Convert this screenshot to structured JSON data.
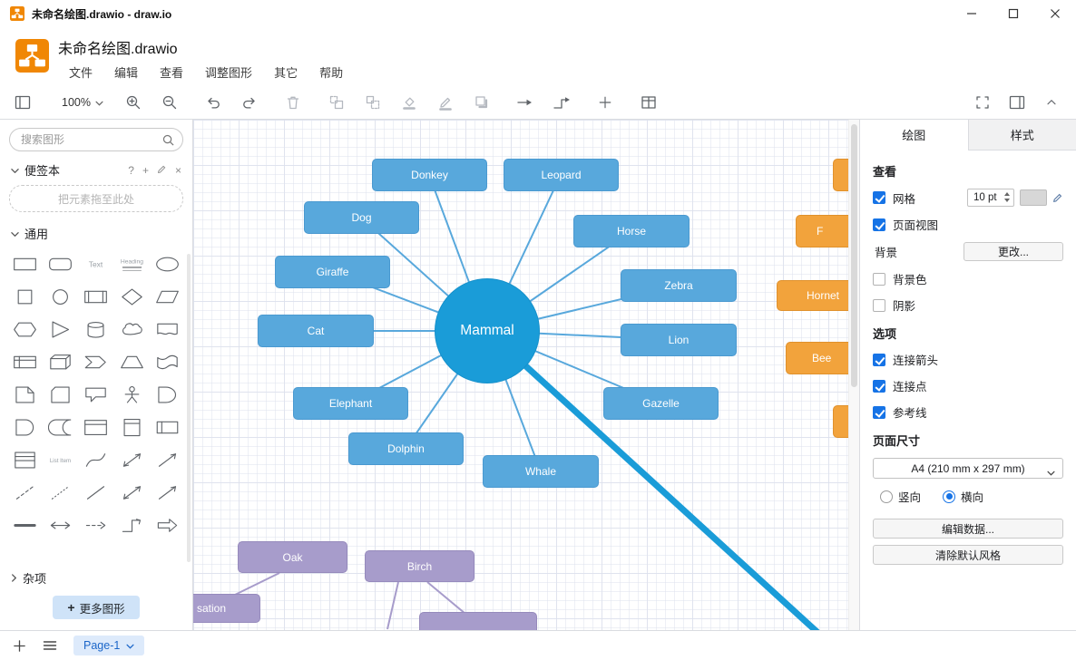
{
  "window": {
    "title": "未命名绘图.drawio - draw.io"
  },
  "header": {
    "doc_title": "未命名绘图.drawio",
    "menus": [
      "文件",
      "编辑",
      "查看",
      "调整图形",
      "其它",
      "帮助"
    ]
  },
  "toolbar": {
    "zoom": "100%"
  },
  "sidebar": {
    "search_placeholder": "搜索图形",
    "scratchpad_label": "便签本",
    "drop_hint": "把元素拖至此处",
    "general_label": "通用",
    "misc_label": "杂项",
    "more_shapes_label": "更多图形",
    "shapes": [
      "rectangle",
      "rounded-rectangle",
      "text",
      "heading",
      "ellipse",
      "square",
      "circle",
      "process",
      "diamond",
      "parallelogram",
      "hexagon",
      "triangle",
      "cylinder",
      "cloud",
      "document",
      "internal-storage",
      "cube",
      "step",
      "trapezoid",
      "tape",
      "note",
      "card",
      "callout",
      "actor",
      "or",
      "and",
      "data-storage",
      "container",
      "vertical-container",
      "horizontal-container",
      "list",
      "list-item",
      "curve",
      "bidirectional-arrow",
      "directional-arrow",
      "dashed-line",
      "dotted-line",
      "line",
      "bidirectional-connector",
      "directional-connector",
      "bold-line",
      "double-arrow",
      "dashed-arrow",
      "elbow-connector",
      "thick-arrow"
    ]
  },
  "canvas": {
    "center_node": {
      "label": "Mammal"
    },
    "blue_nodes": [
      {
        "label": "Donkey"
      },
      {
        "label": "Leopard"
      },
      {
        "label": "Dog"
      },
      {
        "label": "Horse"
      },
      {
        "label": "Giraffe"
      },
      {
        "label": "Zebra"
      },
      {
        "label": "Cat"
      },
      {
        "label": "Lion"
      },
      {
        "label": "Elephant"
      },
      {
        "label": "Gazelle"
      },
      {
        "label": "Dolphin"
      },
      {
        "label": "Whale"
      }
    ],
    "orange_nodes": [
      {
        "label": ""
      },
      {
        "label": "F"
      },
      {
        "label": "Hornet"
      },
      {
        "label": "Bee"
      },
      {
        "label": ""
      }
    ],
    "purple_nodes": [
      {
        "label": "Oak"
      },
      {
        "label": "Birch"
      },
      {
        "label": "sation"
      },
      {
        "label": ""
      }
    ]
  },
  "panel": {
    "tab_diagram": "绘图",
    "tab_style": "样式",
    "view": {
      "title": "查看",
      "grid": "网格",
      "grid_size": "10 pt",
      "page_view": "页面视图",
      "background": "背景",
      "change": "更改...",
      "background_color": "背景色",
      "shadow": "阴影"
    },
    "options": {
      "title": "选项",
      "arrows": "连接箭头",
      "points": "连接点",
      "guides": "参考线"
    },
    "page": {
      "title": "页面尺寸",
      "size": "A4 (210 mm x 297 mm)",
      "portrait": "竖向",
      "landscape": "横向"
    },
    "edit_data": "编辑数据...",
    "clear_style": "清除默认风格"
  },
  "footer": {
    "page_tab": "Page-1"
  },
  "colors": {
    "node_blue": "#58a8dc",
    "node_blue_center": "#1a9cd8",
    "node_orange": "#f2a33c",
    "node_purple": "#a79ccb",
    "accent_blue": "#1673e6",
    "logo_orange": "#f08705"
  }
}
